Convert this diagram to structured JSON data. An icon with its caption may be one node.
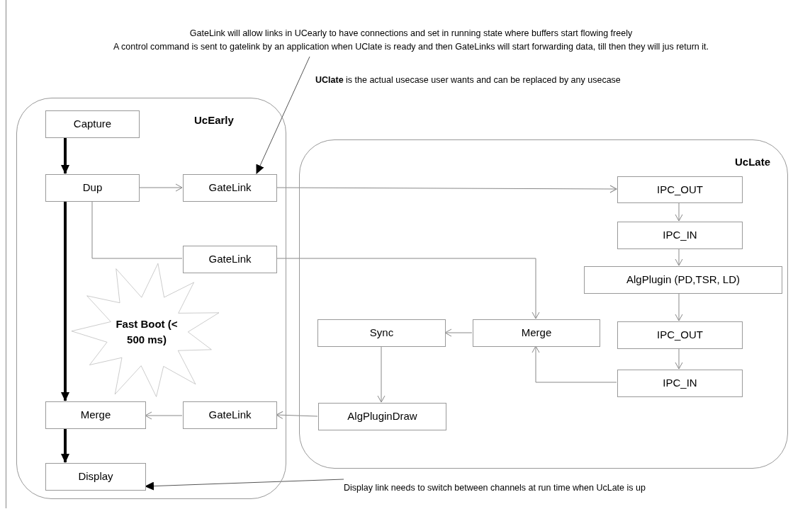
{
  "diagram": {
    "nodes": [
      {
        "text": [
          "UcEarly"
        ]
      },
      {
        "text": [
          "Capture"
        ],
        "in": 0
      },
      {
        "text": [
          "Dup"
        ],
        "in": 0
      },
      {
        "text": [
          "GateLink"
        ],
        "in": 0
      },
      {
        "text": [
          "GateLink"
        ],
        "in": 0
      },
      {
        "text": [
          "Fast Boot (< 500 ms)"
        ],
        "in": 0
      },
      {
        "text": [
          "Merge"
        ],
        "in": 0
      },
      {
        "text": [
          "GateLink"
        ],
        "in": 0
      },
      {
        "text": [
          "Display"
        ],
        "in": 0
      },
      {
        "text": [
          "UcLate"
        ]
      },
      {
        "text": [
          "IPC_OUT"
        ],
        "in": 9
      },
      {
        "text": [
          "IPC_IN"
        ],
        "in": 9
      },
      {
        "text": [
          "AlgPlugin (PD,TSR, LD)"
        ],
        "in": 9
      },
      {
        "text": [
          "Sync"
        ],
        "in": 9
      },
      {
        "text": [
          "Merge"
        ],
        "in": 9
      },
      {
        "text": [
          "IPC_OUT"
        ],
        "in": 9
      },
      {
        "text": [
          "IPC_IN"
        ],
        "in": 9
      },
      {
        "text": [
          "AlgPluginDraw"
        ],
        "in": 9
      },
      {
        "text": [
          "GateLink will allow links in UCearly to have connections and set in running state where buffers start flowing freely",
          "A control command is sent to gatelink by an application when UClate is ready and then GateLinks will start forwarding data, till then they will jus return it."
        ]
      },
      {
        "text": [
          "Display link needs to switch between channels at run time when UcLate is up"
        ]
      }
    ],
    "edges": [
      {
        "from": 1,
        "to": 2,
        "arrow": "to",
        "style": "thick",
        "color": "#000000"
      },
      {
        "from": 2,
        "to": 3,
        "arrow": "to"
      },
      {
        "from": 2,
        "to": 4,
        "arrow": "none"
      },
      {
        "from": 2,
        "to": 6,
        "arrow": "to",
        "style": "thick",
        "color": "#000000"
      },
      {
        "from": 3,
        "to": 10,
        "arrow": "to"
      },
      {
        "from": 4,
        "to": 14,
        "arrow": "to"
      },
      {
        "from": 10,
        "to": 11,
        "arrow": "to"
      },
      {
        "from": 11,
        "to": 12,
        "arrow": "to"
      },
      {
        "from": 12,
        "to": 15,
        "arrow": "to"
      },
      {
        "from": 15,
        "to": 16,
        "arrow": "to"
      },
      {
        "from": 16,
        "to": 14,
        "arrow": "to"
      },
      {
        "from": 14,
        "to": 13,
        "arrow": "to"
      },
      {
        "from": 13,
        "to": 17,
        "arrow": "to"
      },
      {
        "from": 17,
        "to": 7,
        "arrow": "to"
      },
      {
        "from": 7,
        "to": 6,
        "arrow": "to"
      },
      {
        "from": 6,
        "to": 8,
        "arrow": "to",
        "style": "thick",
        "color": "#000000"
      },
      {
        "from": 18,
        "to": 3,
        "arrow": "to"
      },
      {
        "from": 19,
        "to": 8,
        "arrow": "to"
      }
    ],
    "labels": [
      "**UClate** is the actual usecase user wants and can be replaced by any usecase"
    ]
  }
}
